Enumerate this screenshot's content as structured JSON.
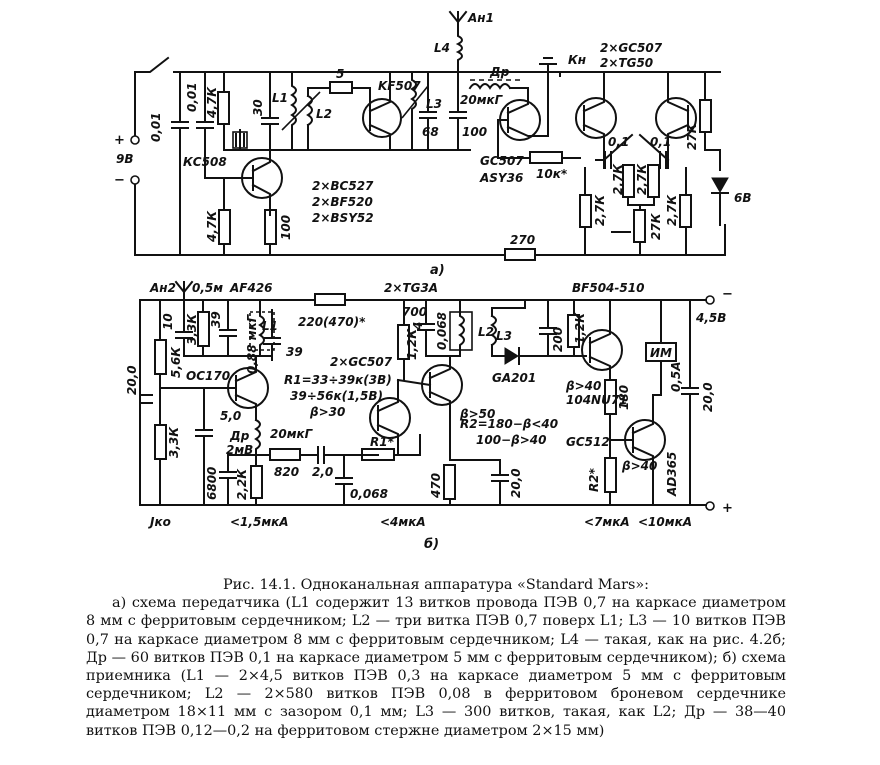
{
  "transmitter": {
    "antenna": "Ан1",
    "L4": "L4",
    "Kn": "Кн",
    "pair_label_1": "2×GC507",
    "pair_label_2": "2×TG50",
    "batt_plus": "+",
    "batt_v": "9В",
    "batt_minus": "−",
    "c001a": "0,01",
    "c001b": "0,01",
    "r47k_top": "4,7К",
    "c30": "30",
    "L1": "L1",
    "L2": "L2",
    "kc508": "КС508",
    "r47k_bot": "4,7К",
    "r100": "100",
    "r5": "5",
    "kf507": "KF507",
    "L3": "L3",
    "c68": "68",
    "c100": "100",
    "dr": "Др",
    "dr_val": "20мкГ",
    "gc507": "GC507",
    "asy36": "ASY36",
    "r10k": "10к*",
    "list1": "2×BC527",
    "list2": "2×BF520",
    "list3": "2×BSY52",
    "r270": "270",
    "c01a": "0,1",
    "c01b": "0,1",
    "r27k1": "27К",
    "r27k2": "2,7К",
    "r27k3": "2,7К",
    "r27k4": "2,7К",
    "r27k5": "27К",
    "r27k6": "2,7К",
    "led_v": "6В",
    "label": "а)"
  },
  "receiver": {
    "antenna": "Ан2",
    "ant_len": "0,5м",
    "af426": "AF426",
    "tg3a": "2×TG3A",
    "bf504": "BF504-510",
    "v_minus": "−",
    "v45": "4,5В",
    "v_plus": "+",
    "c10": "10",
    "r33k": "3,3К",
    "c39a": "39",
    "L1": "L1",
    "l1_val": "0,88 мкГ",
    "c39b": "39",
    "r220": "220(470)*",
    "r700": "700",
    "c4": "4",
    "r12k_a": "1,2К",
    "c0068a": "0,068",
    "L2": "L2",
    "L3": "L3",
    "c200": "200",
    "r12k_b": "1,2К",
    "c20_left": "20,0",
    "r56k": "5,6К",
    "oc170": "OC170",
    "r1_line1": "R1=33÷39к(3В)",
    "r1_line2": "39÷56к(1,5В)",
    "beta30": "β>30",
    "gc507": "2×GC507",
    "beta50": "β>50",
    "r2_line1": "R2=180−β<40",
    "r2_line2": "100−β>40",
    "ga201": "GA201",
    "beta40a": "β>40",
    "u104": "104NU71",
    "r180": "180",
    "im": "ИМ",
    "c05a": "0,5А",
    "c20_right": "20,0",
    "c50": "5,0",
    "dr": "Др",
    "dr_v": "2мВ",
    "dr_val": "20мкГ",
    "r33k_b": "3,3К",
    "r820": "820",
    "c20": "2,0",
    "r1star": "R1*",
    "r470": "470",
    "c20b": "20,0",
    "gc512": "GC512",
    "beta40b": "β>40",
    "r2star": "R2*",
    "ad365": "AD365",
    "c6800": "6800",
    "r22k": "2,2К",
    "c0068b": "0,068",
    "jko": "Jко",
    "i15": "<1,5мкА",
    "i4": "<4мкА",
    "i7": "<7мкА",
    "i10": "<10мкА",
    "label": "б)"
  },
  "caption": {
    "title": "Рис. 14.1. Одноканальная аппаратура «Standard Mars»:",
    "body": "а) схема передатчика (L1 содержит 13 витков провода ПЭВ 0,7 на каркасе диаметром 8 мм с ферритовым сердечником; L2 — три витка ПЭВ 0,7 поверх L1; L3 — 10 витков ПЭВ 0,7 на каркасе диаметром 8 мм с ферритовым сердечником; L4 — такая, как на рис. 4.2б; Др — 60 витков ПЭВ 0,1 на каркасе диаметром 5 мм с ферритовым сердечником); б) схема приемника (L1 — 2×4,5 витков ПЭВ 0,3 на каркасе диаметром 5 мм с ферритовым сердечником; L2 — 2×580 витков ПЭВ 0,08 в ферритовом броневом сердечнике диаметром 18×11 мм с зазором 0,1 мм; L3 — 300 витков, такая, как L2; Др — 38—40 витков ПЭВ 0,12—0,2 на ферритовом стержне диаметром 2×15 мм)"
  }
}
